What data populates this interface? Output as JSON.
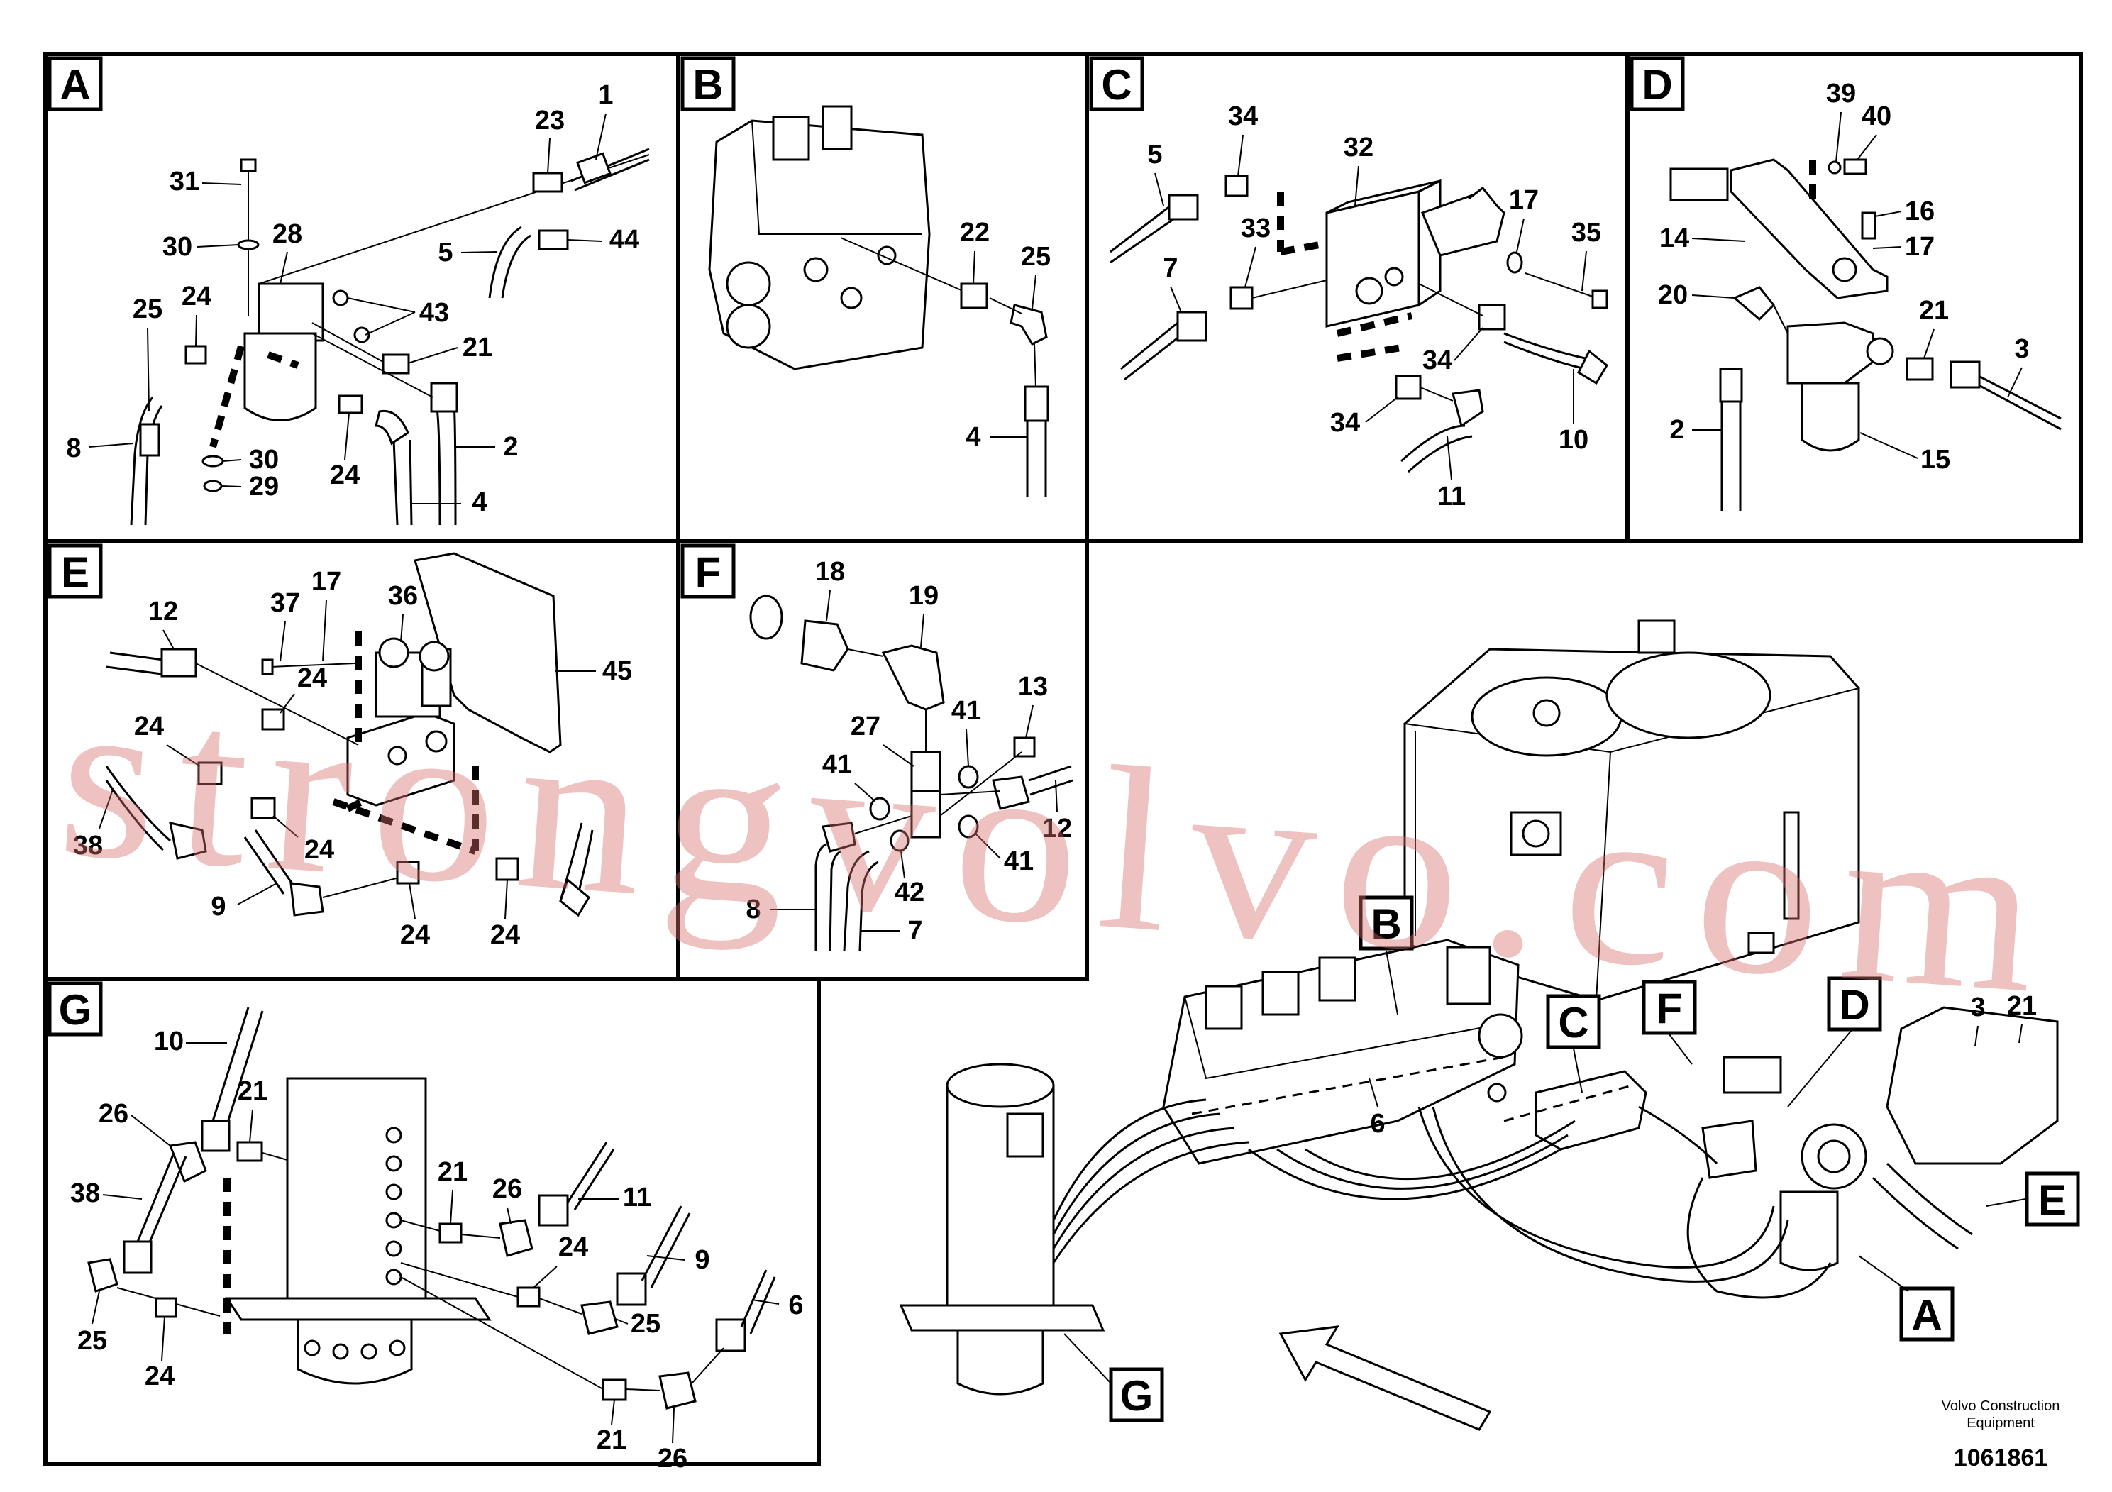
{
  "panels": {
    "A": {
      "label": "A",
      "callouts": [
        "1",
        "23",
        "31",
        "28",
        "30",
        "44",
        "5",
        "25",
        "24",
        "43",
        "21",
        "8",
        "30",
        "29",
        "24",
        "2",
        "4"
      ]
    },
    "B": {
      "label": "B",
      "callouts": [
        "22",
        "25",
        "4"
      ]
    },
    "C": {
      "label": "C",
      "callouts": [
        "34",
        "5",
        "32",
        "17",
        "33",
        "35",
        "7",
        "34",
        "34",
        "10",
        "11"
      ]
    },
    "D": {
      "label": "D",
      "callouts": [
        "39",
        "40",
        "16",
        "14",
        "17",
        "20",
        "21",
        "3",
        "2",
        "15"
      ]
    },
    "E": {
      "label": "E",
      "callouts": [
        "12",
        "37",
        "17",
        "36",
        "45",
        "24",
        "24",
        "38",
        "24",
        "9",
        "24",
        "24"
      ]
    },
    "F": {
      "label": "F",
      "callouts": [
        "18",
        "19",
        "13",
        "27",
        "41",
        "41",
        "12",
        "41",
        "42",
        "8",
        "7"
      ]
    },
    "G": {
      "label": "G",
      "callouts": [
        "10",
        "26",
        "21",
        "21",
        "26",
        "11",
        "38",
        "24",
        "9",
        "6",
        "25",
        "24",
        "25",
        "21",
        "26"
      ]
    }
  },
  "overview": {
    "labels": [
      "B",
      "C",
      "F",
      "D",
      "A",
      "E",
      "G"
    ],
    "callouts": [
      "6",
      "3",
      "21"
    ]
  },
  "footer": {
    "company_line1": "Volvo Construction",
    "company_line2": "Equipment",
    "drawing_number": "1061861"
  },
  "watermark": "strongvolvo.com"
}
